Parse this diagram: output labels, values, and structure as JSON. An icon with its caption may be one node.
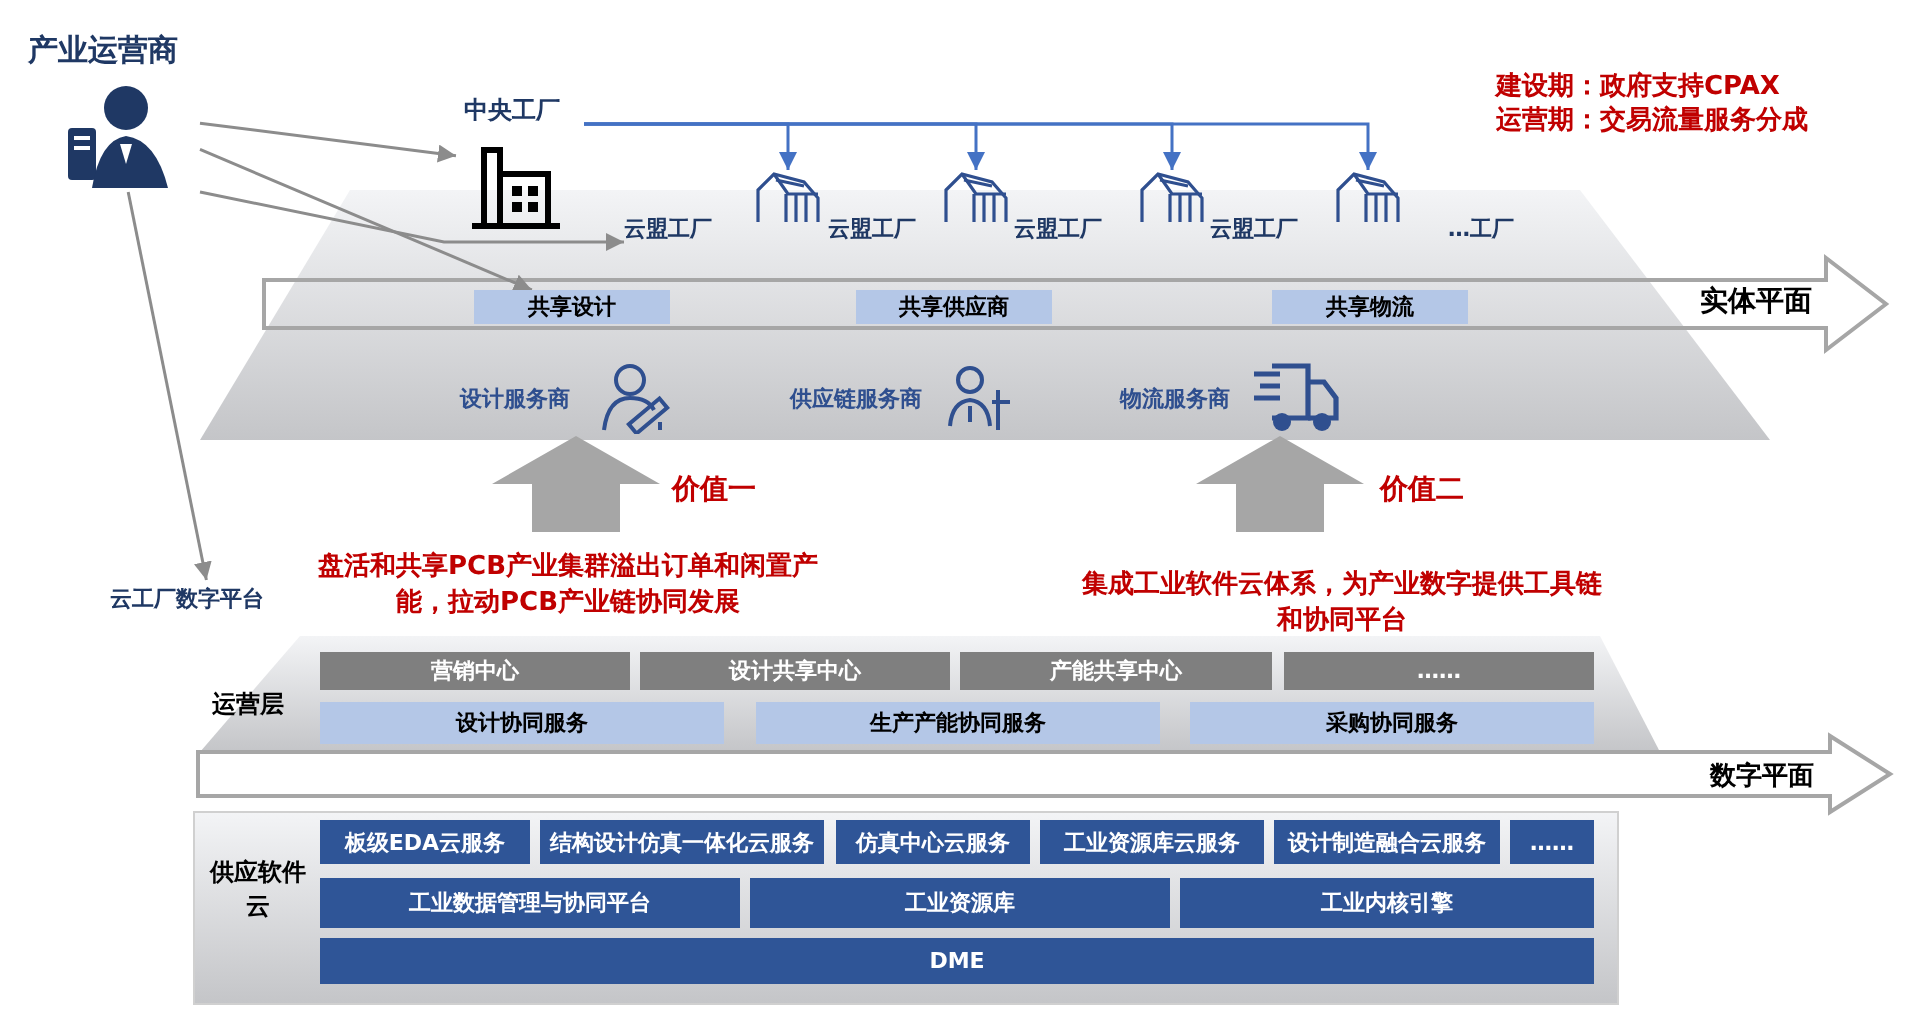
{
  "diagram": {
    "nodes": [
      {
        "text": [
          "产业运营商"
        ]
      },
      {
        "text": [
          "中央工厂"
        ]
      },
      {
        "text": [
          "云盟工厂"
        ]
      },
      {
        "text": [
          "云盟工厂"
        ]
      },
      {
        "text": [
          "云盟工厂"
        ]
      },
      {
        "text": [
          "云盟工厂"
        ]
      },
      {
        "text": [
          "…工厂"
        ]
      },
      {
        "text": [
          "实体平面"
        ]
      },
      {
        "text": [
          "共享设计"
        ],
        "in": 7
      },
      {
        "text": [
          "共享供应商"
        ],
        "in": 7
      },
      {
        "text": [
          "共享物流"
        ],
        "in": 7
      },
      {
        "text": [
          "设计服务商"
        ]
      },
      {
        "text": [
          "供应链服务商"
        ]
      },
      {
        "text": [
          "物流服务商"
        ]
      },
      {
        "text": [
          "云工厂数字平台"
        ]
      },
      {
        "text": [
          "运营层"
        ]
      },
      {
        "text": [
          "营销中心"
        ],
        "in": 15
      },
      {
        "text": [
          "设计共享中心"
        ],
        "in": 15
      },
      {
        "text": [
          "产能共享中心"
        ],
        "in": 15
      },
      {
        "text": [
          "……"
        ],
        "in": 15
      },
      {
        "text": [
          "设计协同服务"
        ],
        "in": 15
      },
      {
        "text": [
          "生产产能协同服务"
        ],
        "in": 15
      },
      {
        "text": [
          "采购协同服务"
        ],
        "in": 15
      },
      {
        "text": [
          "数字平面"
        ]
      },
      {
        "text": [
          "供应软件云"
        ]
      },
      {
        "text": [
          "板级EDA云服务"
        ],
        "in": 24
      },
      {
        "text": [
          "结构设计仿真一体化云服务"
        ],
        "in": 24
      },
      {
        "text": [
          "仿真中心云服务"
        ],
        "in": 24
      },
      {
        "text": [
          "工业资源库云服务"
        ],
        "in": 24
      },
      {
        "text": [
          "设计制造融合云服务"
        ],
        "in": 24
      },
      {
        "text": [
          "……"
        ],
        "in": 24
      },
      {
        "text": [
          "工业数据管理与协同平台"
        ],
        "in": 24
      },
      {
        "text": [
          "工业资源库"
        ],
        "in": 24
      },
      {
        "text": [
          "工业内核引擎"
        ],
        "in": 24
      },
      {
        "text": [
          "DME"
        ],
        "in": 24
      }
    ],
    "edges": [
      {
        "from": 0,
        "to": 1,
        "arrow": "to"
      },
      {
        "from": 0,
        "to": 2,
        "arrow": "to"
      },
      {
        "from": 0,
        "to": 8,
        "arrow": "to"
      },
      {
        "from": 0,
        "to": 14,
        "arrow": "to"
      },
      {
        "from": 1,
        "to": 2,
        "arrow": "to",
        "color": "#4472c4"
      },
      {
        "from": 1,
        "to": 3,
        "arrow": "to",
        "color": "#4472c4"
      },
      {
        "from": 1,
        "to": 4,
        "arrow": "to",
        "color": "#4472c4"
      },
      {
        "from": 1,
        "to": 5,
        "arrow": "to",
        "color": "#4472c4"
      },
      {
        "from": null,
        "to": 11,
        "arrow": "to",
        "style": "thick",
        "label": "价值一"
      },
      {
        "from": null,
        "to": 13,
        "arrow": "to",
        "style": "thick",
        "label": "价值二"
      }
    ],
    "labels": [
      "建设期：政府支持CPAX",
      "运营期：交易流量服务分成",
      "盘活和共享PCB产业集群溢出订单和闲置产能，拉动PCB产业链协同发展",
      "集成工业软件云体系，为产业数字提供工具链和协同平台"
    ]
  }
}
